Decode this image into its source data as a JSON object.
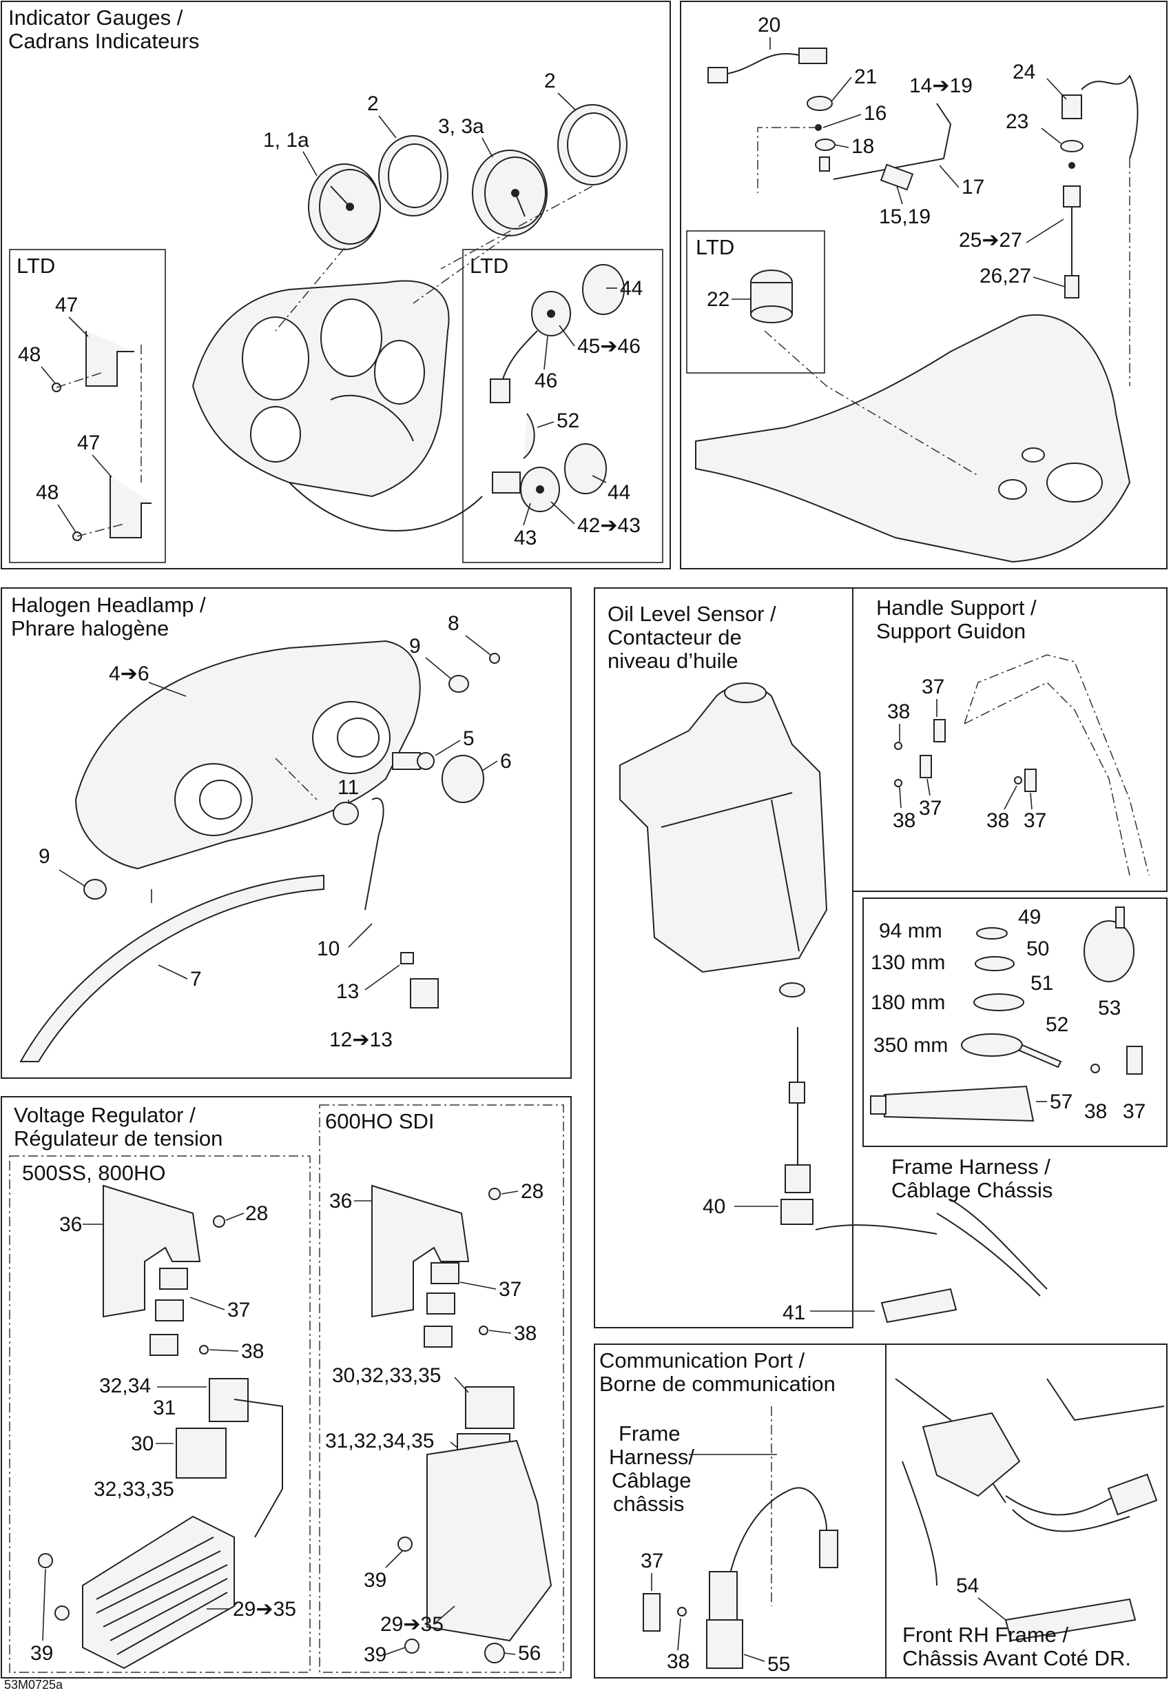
{
  "sections": {
    "indicator_gauges": {
      "title1": "Indicator Gauges /",
      "title2": "Cadrans Indicateurs",
      "ltd_left": "LTD",
      "ltd_right": "LTD"
    },
    "ignition": {
      "ltd": "LTD"
    },
    "headlamp": {
      "title1": "Halogen Headlamp /",
      "title2": "Phrare halogène"
    },
    "oil_level": {
      "title1": "Oil Level Sensor /",
      "title2": "Contacteur de",
      "title3": "niveau d’huile"
    },
    "handle_support": {
      "title1": "Handle Support /",
      "title2": "Support Guidon"
    },
    "tie_wraps": {
      "len94": "94 mm",
      "len130": "130 mm",
      "len180": "180 mm",
      "len350": "350 mm"
    },
    "frame_harness": {
      "title1": "Frame Harness /",
      "title2": "Câblage Chássis"
    },
    "voltage_regulator": {
      "title1": "Voltage Regulator /",
      "title2": "Régulateur de tension",
      "sub_left": "500SS, 800HO",
      "sub_right": "600HO SDI"
    },
    "communication_port": {
      "title1": "Communication Port /",
      "title2": "Borne de communication",
      "harness1": "Frame",
      "harness2": "Harness/",
      "harness3": "Câblage",
      "harness4": "châssis"
    },
    "front_rh_frame": {
      "title1": "Front RH Frame  /",
      "title2": "Châssis Avant Coté DR."
    }
  },
  "callouts": {
    "c1_1a": "1, 1a",
    "c2a": "2",
    "c3_3a": "3, 3a",
    "c2b": "2",
    "c47a": "47",
    "c48a": "48",
    "c47b": "47",
    "c48b": "48",
    "c44a": "44",
    "c45_46": "45➔46",
    "c46": "46",
    "c52a": "52",
    "c44b": "44",
    "c42_43": "42➔43",
    "c43": "43",
    "c20": "20",
    "c21": "21",
    "c16": "16",
    "c18": "18",
    "c14_19": "14➔19",
    "c17": "17",
    "c15_19": "15,19",
    "c24": "24",
    "c23": "23",
    "c25_27": "25➔27",
    "c26_27": "26,27",
    "c22": "22",
    "c4_6": "4➔6",
    "c8": "8",
    "c9a": "9",
    "c5": "5",
    "c6": "6",
    "c11": "11",
    "c9b": "9",
    "c7": "7",
    "c10": "10",
    "c13": "13",
    "c12_13": "12➔13",
    "c37a": "37",
    "c38a": "38",
    "c37b": "37",
    "c38b": "38",
    "c38c": "38",
    "c37c": "37",
    "c49": "49",
    "c50": "50",
    "c51": "51",
    "c52b": "52",
    "c53": "53",
    "c57": "57",
    "c38d": "38",
    "c37d": "37",
    "c40": "40",
    "c41": "41",
    "c36a": "36",
    "c28a": "28",
    "c37e": "37",
    "c38e": "38",
    "c32_34": "32,34",
    "c31": "31",
    "c30": "30",
    "c32_33_35": "32,33,35",
    "c39a": "39",
    "c29_35a": "29➔35",
    "c36b": "36",
    "c28b": "28",
    "c37f": "37",
    "c38f": "38",
    "c30_32_33_35": "30,32,33,35",
    "c31_32_34_35": "31,32,34,35",
    "c39b": "39",
    "c29_35b": "29➔35",
    "c39c": "39",
    "c56": "56",
    "c37g": "37",
    "c38g": "38",
    "c55": "55",
    "c54": "54"
  },
  "footer": {
    "code": "53M0725a"
  }
}
